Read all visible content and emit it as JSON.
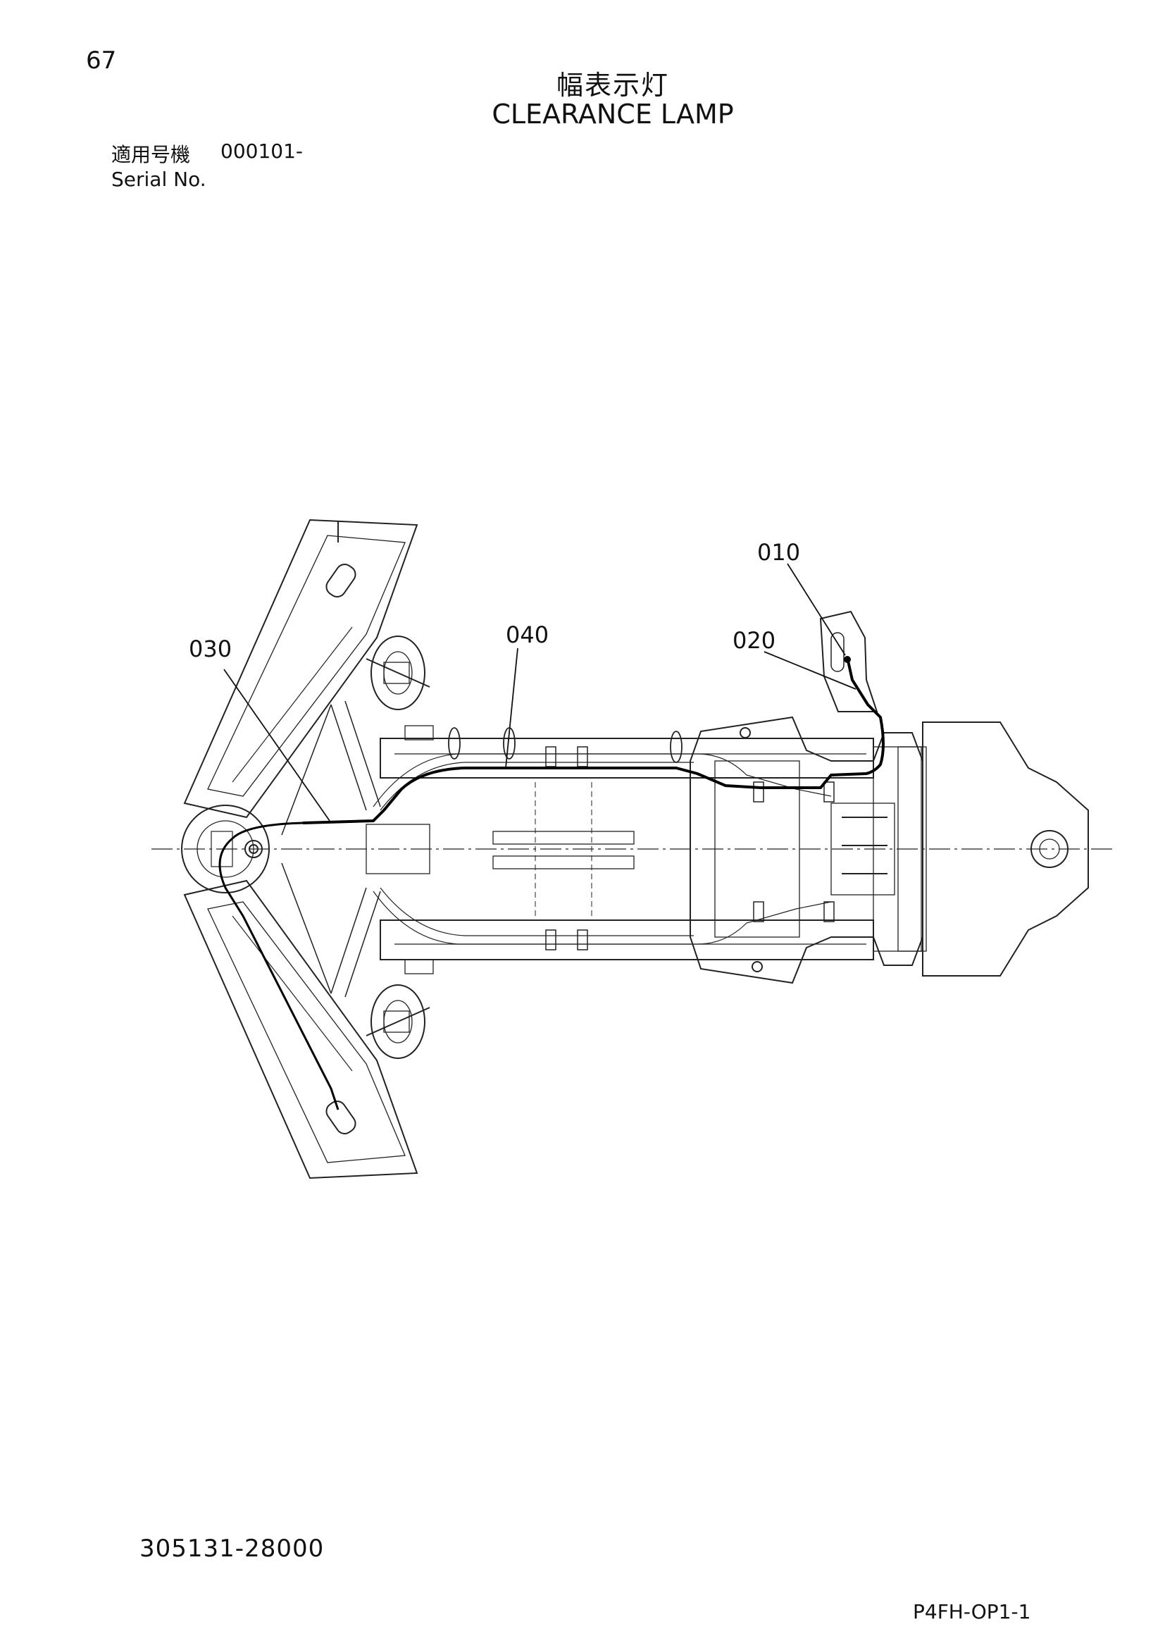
{
  "page": {
    "number": "67",
    "title_ja": "幅表示灯",
    "title_en": "CLEARANCE LAMP",
    "serial_label_ja": "適用号機",
    "serial_value": "000101-",
    "serial_label_en": "Serial No.",
    "drawing_number": "305131-28000",
    "page_code": "P4FH-OP1-1"
  },
  "diagram": {
    "callouts": [
      {
        "id": "c-010",
        "label": "010"
      },
      {
        "id": "c-020",
        "label": "020"
      },
      {
        "id": "c-030",
        "label": "030"
      },
      {
        "id": "c-040",
        "label": "040"
      }
    ]
  }
}
